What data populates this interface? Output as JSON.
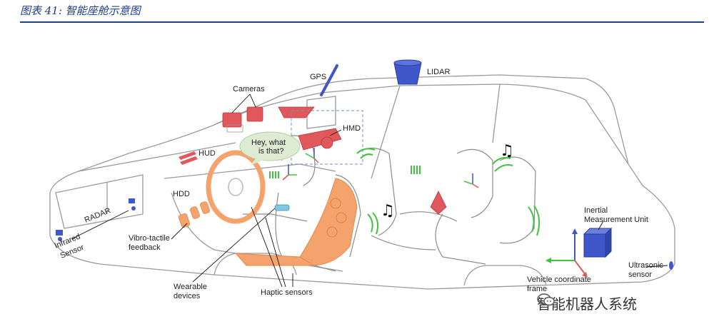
{
  "caption": "图表 41: 智能座舱示意图",
  "labels": {
    "gps": "GPS",
    "lidar": "LIDAR",
    "cameras": "Cameras",
    "hmd": "HMD",
    "hud": "HUD",
    "hdd": "HDD",
    "bubble_line1": "Hey, what",
    "bubble_line2": "is that?",
    "radar": "RADAR",
    "infrared_line1": "Infrared",
    "infrared_line2": "Sensor",
    "vibro_line1": "Vibro-tactile",
    "vibro_line2": "feedback",
    "wearable_line1": "Wearable",
    "wearable_line2": "devices",
    "haptic": "Haptic sensors",
    "imu_line1": "Inertial",
    "imu_line2": "Measurement Unit",
    "ultrasonic_line1": "Ultrasonic",
    "ultrasonic_line2": "sensor",
    "vcf_line1": "Vehicle coordinate",
    "vcf_line2": "frame"
  },
  "watermark": "智能机器人系统",
  "colors": {
    "caption": "#1f3f87",
    "sensor_red": "#e0585b",
    "sensor_blue": "#3f57c9",
    "haptic_orange": "#f3a36b",
    "vibration_green": "#3ec43e",
    "outline": "#9a9a9a"
  }
}
